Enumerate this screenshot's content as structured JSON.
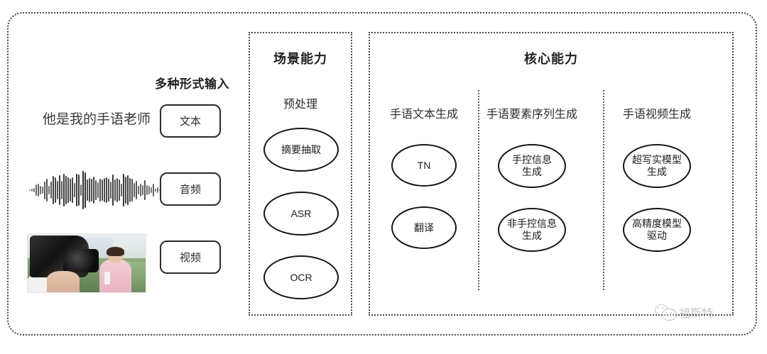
{
  "input_section": {
    "heading": "多种形式输入",
    "sample_text": "他是我的手语老师",
    "waveform_label": "audio-waveform",
    "video_label": "video-thumbnail",
    "buttons": [
      {
        "label": "文本"
      },
      {
        "label": "音频"
      },
      {
        "label": "视频"
      }
    ]
  },
  "scene_panel": {
    "title": "场景能力",
    "subhead": "预处理",
    "nodes": [
      {
        "label": "摘要抽取"
      },
      {
        "label": "ASR"
      },
      {
        "label": "OCR"
      }
    ]
  },
  "core_panel": {
    "title": "核心能力",
    "columns": [
      {
        "head": "手语文本生成",
        "nodes": [
          {
            "label": "TN"
          },
          {
            "label": "翻译"
          }
        ]
      },
      {
        "head": "手语要素序列生成",
        "nodes": [
          {
            "label": "手控信息\n生成"
          },
          {
            "label": "非手控信息\n生成"
          }
        ]
      },
      {
        "head": "手语视频生成",
        "nodes": [
          {
            "label": "超写实模型\n生成"
          },
          {
            "label": "高精度模型\n驱动"
          }
        ]
      }
    ]
  },
  "watermark": {
    "text": "福斯特",
    "icon": "wechat-icon"
  },
  "colors": {
    "ink": "#231f20",
    "border": "#4a4a4a",
    "node_border": "#151515",
    "background": "#ffffff"
  }
}
